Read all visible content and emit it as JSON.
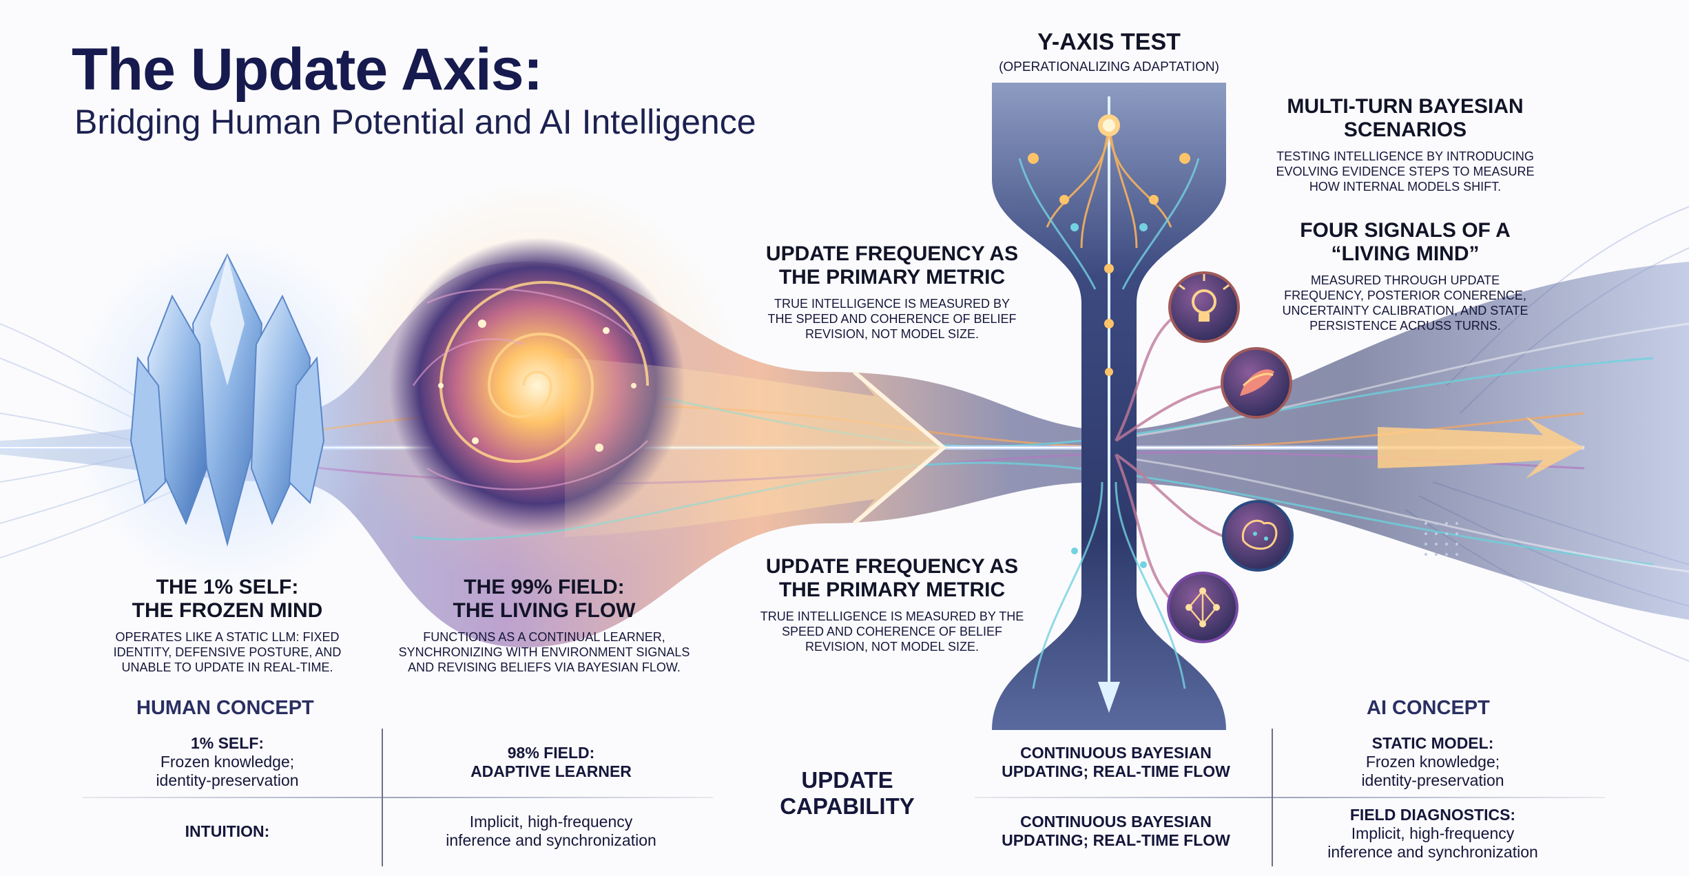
{
  "header": {
    "title": "The Update Axis:",
    "subtitle": "Bridging Human Potential and AI Intelligence"
  },
  "frozen_mind": {
    "title_line1": "THE 1% SELF:",
    "title_line2": "THE FROZEN MIND",
    "body_line1": "OPERATES LIKE A STATIC LLM: FIXED",
    "body_line2": "IDENTITY, DEFENSIVE POSTURE, AND",
    "body_line3": "UNABLE TO UPDATE IN REAL-TIME."
  },
  "living_flow": {
    "title_line1": "THE 99% FIELD:",
    "title_line2": "THE LIVING FLOW",
    "body_line1": "FUNCTIONS AS A CONTINUAL LEARNER,",
    "body_line2": "SYNCHRONIZING WITH ENVIRONMENT SIGNALS",
    "body_line3": "AND REVISING BELIEFS VIA BAYESIAN FLOW."
  },
  "metric_top": {
    "title_line1": "UPDATE FREQUENCY AS",
    "title_line2": "THE PRIMARY METRIC",
    "body_line1": "TRUE INTELLIGENCE IS MEASURED BY",
    "body_line2": "THE SPEED AND COHERENCE OF BELIEF",
    "body_line3": "REVISION, NOT MODEL SIZE."
  },
  "metric_bottom": {
    "title_line1": "UPDATE FREQUENCY AS",
    "title_line2": "THE PRIMARY METRIC",
    "body_line1": "TRUE INTELLIGENCE IS MEASURED BY THE",
    "body_line2": "SPEED AND COHERENCE OF BELIEF",
    "body_line3": "REVISION, NOT MODEL SIZE."
  },
  "y_axis": {
    "title": "Y-AXIS TEST",
    "subtitle": "(OPERATIONALIZING ADAPTATION)"
  },
  "bayesian": {
    "title_line1": "MULTI-TURN BAYESIAN",
    "title_line2": "SCENARIOS",
    "body_line1": "TESTING INTELLIGENCE BY INTRODUCING",
    "body_line2": "EVOLVING EVIDENCE STEPS TO MEASURE",
    "body_line3": "HOW INTERNAL MODELS SHIFT."
  },
  "signals": {
    "title_line1": "FOUR SIGNALS OF A",
    "title_line2": "“LIVING MIND”",
    "body_line1": "MEASURED THROUGH UPDATE",
    "body_line2": "FREQUENCY, POSTERIOR CONERENCE,",
    "body_line3": "UNCERTAINTY CALIBRATION, AND STATE",
    "body_line4": "PERSISTENCE ACRUSS TURNS.",
    "icons": [
      "lightbulb-icon",
      "swirl-icon",
      "brain-icon",
      "network-icon"
    ]
  },
  "table": {
    "human_head": "HUMAN CONCEPT",
    "ai_head": "AI CONCEPT",
    "center_line1": "UPDATE",
    "center_line2": "CAPABILITY",
    "r1c1_title": "1% SELF:",
    "r1c1_line1": "Frozen knowledge;",
    "r1c1_line2": "identity-preservation",
    "r1c2_line1": "98% FIELD:",
    "r1c2_line2": "ADAPTIVE LEARNER",
    "r1c3_line1": "CONTINUOUS BAYESIAN",
    "r1c3_line2": "UPDATING; REAL-TIME FLOW",
    "r1c4_title": "STATIC MODEL:",
    "r1c4_line1": "Frozen knowledge;",
    "r1c4_line2": "identity-preservation",
    "r2c1": "INTUITION:",
    "r2c2_line1": "Implicit, high-frequency",
    "r2c2_line2": "inference and synchronization",
    "r2c3_line1": "CONTINUOUS BAYESIAN",
    "r2c3_line2": "UPDATING; REAL-TIME FLOW",
    "r2c4_title": "FIELD DIAGNOSTICS:",
    "r2c4_line1": "Implicit, high-frequency",
    "r2c4_line2": "inference and synchronization"
  },
  "colors": {
    "navy": "#161a4e",
    "deep_blue": "#2a3a6e",
    "ice": "#8fb6e6",
    "orange": "#f5a64a",
    "purple": "#7a4aa6",
    "teal": "#5fd0d6"
  }
}
